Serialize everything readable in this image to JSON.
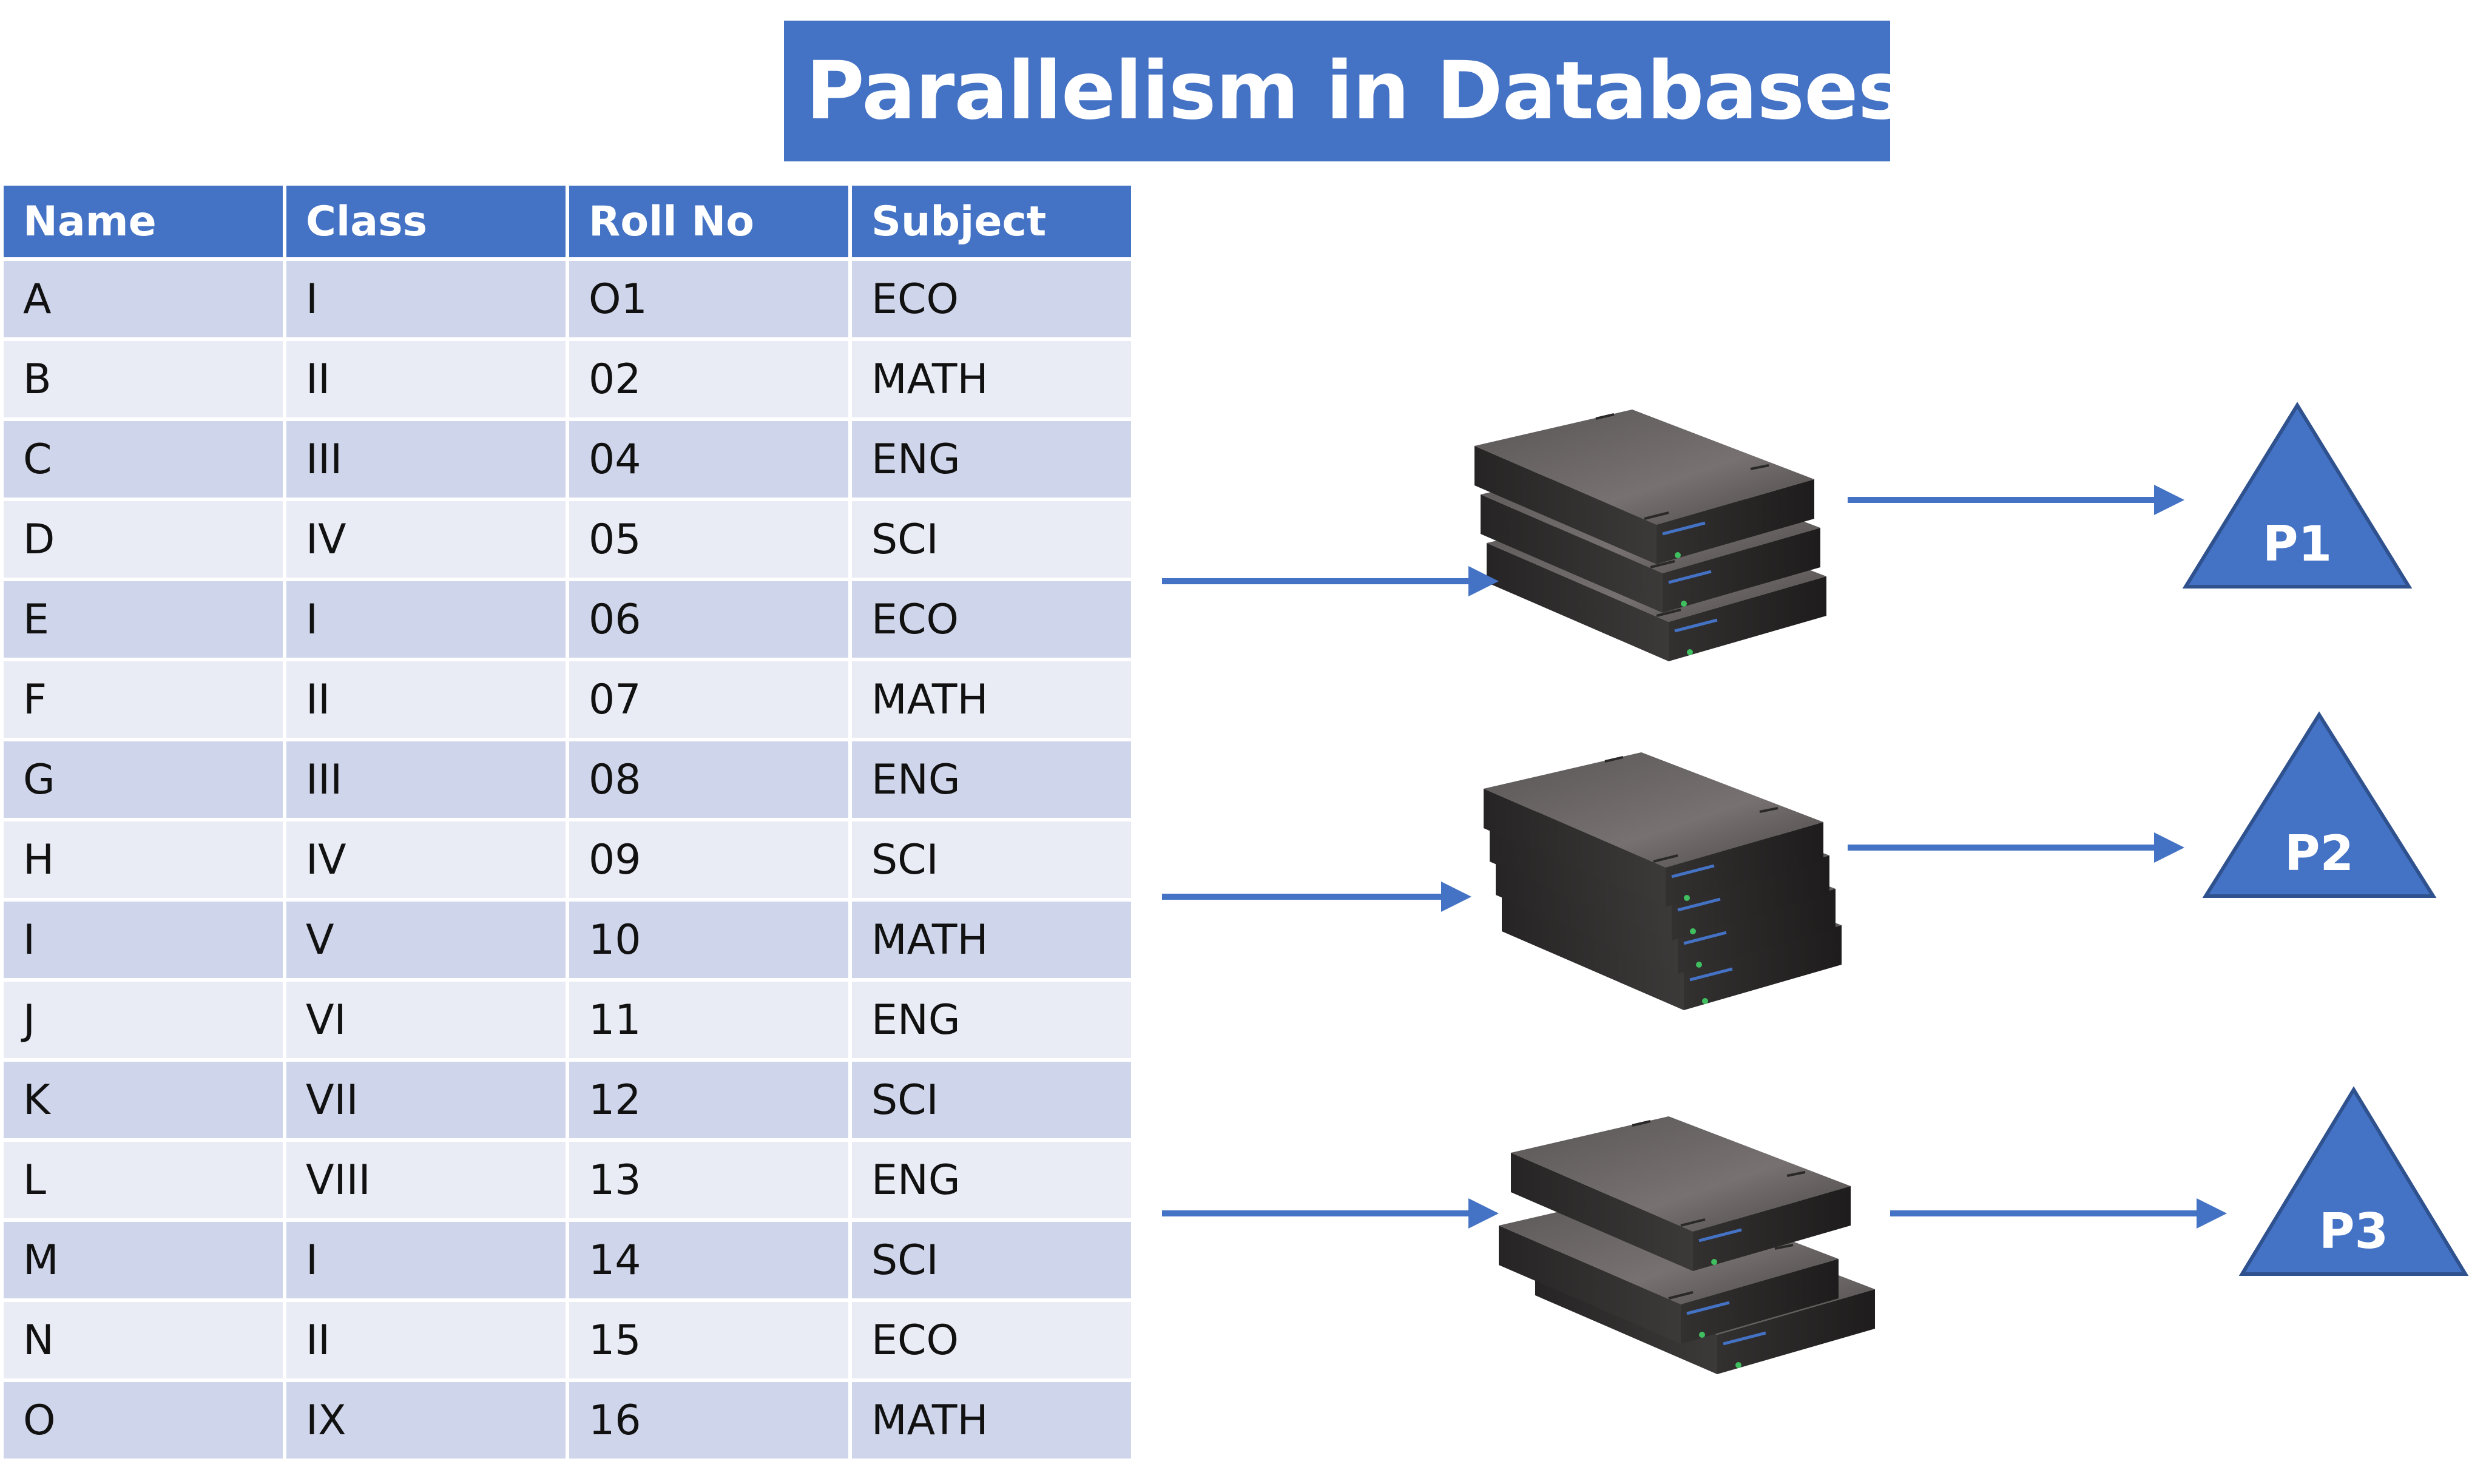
{
  "title": "Parallelism in Databases",
  "colors": {
    "accent": "#4472c4",
    "row_odd": "#cfd5ea",
    "row_even": "#e9ebf5",
    "server": "#3a3838"
  },
  "table": {
    "headers": [
      "Name",
      "Class",
      "Roll No",
      "Subject"
    ],
    "rows": [
      [
        "A",
        "I",
        "O1",
        "ECO"
      ],
      [
        "B",
        "II",
        "02",
        "MATH"
      ],
      [
        "C",
        "III",
        "04",
        "ENG"
      ],
      [
        "D",
        "IV",
        "05",
        "SCI"
      ],
      [
        "E",
        "I",
        "06",
        "ECO"
      ],
      [
        "F",
        "II",
        "07",
        "MATH"
      ],
      [
        "G",
        "III",
        "08",
        "ENG"
      ],
      [
        "H",
        "IV",
        "09",
        "SCI"
      ],
      [
        "I",
        "V",
        "10",
        "MATH"
      ],
      [
        "J",
        "VI",
        "11",
        "ENG"
      ],
      [
        "K",
        "VII",
        "12",
        "SCI"
      ],
      [
        "L",
        "VIII",
        "13",
        "ENG"
      ],
      [
        "M",
        "I",
        "14",
        "SCI"
      ],
      [
        "N",
        "II",
        "15",
        "ECO"
      ],
      [
        "O",
        "IX",
        "16",
        "MATH"
      ]
    ]
  },
  "processors": [
    {
      "label": "P1",
      "icon": "server-stack-icon"
    },
    {
      "label": "P2",
      "icon": "server-stack-icon"
    },
    {
      "label": "P3",
      "icon": "server-stack-icon"
    }
  ]
}
